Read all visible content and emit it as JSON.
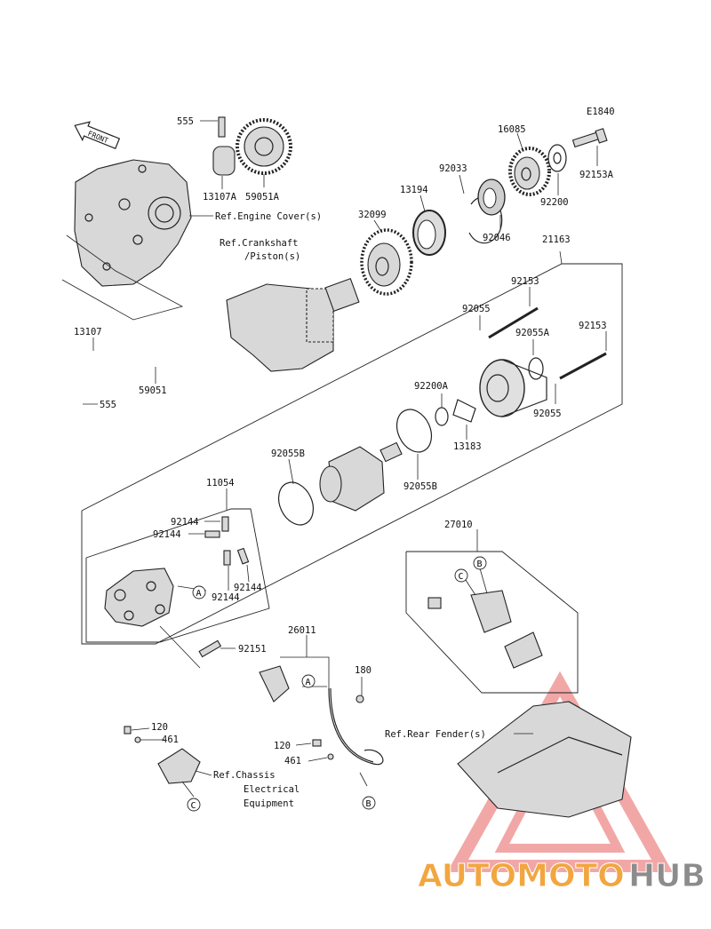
{
  "diagram_code": "E1840",
  "front_label": "FRONT",
  "part_numbers": {
    "p555_top": "555",
    "p13107A": "13107A",
    "p59051A": "59051A",
    "p16085": "16085",
    "p92033": "92033",
    "p13194": "13194",
    "p32099": "32099",
    "p92046": "92046",
    "p92200": "92200",
    "p92153A": "92153A",
    "p21163": "21163",
    "p92153_a": "92153",
    "p92055_a": "92055",
    "p92055A": "92055A",
    "p92153_b": "92153",
    "p13107": "13107",
    "p59051": "59051",
    "p555_bottom": "555",
    "p92200A": "92200A",
    "p92055_b": "92055",
    "p13183": "13183",
    "p92055B_left": "92055B",
    "p92055B_right": "92055B",
    "p11054": "11054",
    "p92144_1": "92144",
    "p92144_2": "92144",
    "p92144_3": "92144",
    "p92144_4": "92144",
    "p27010": "27010",
    "p92151": "92151",
    "p26011": "26011",
    "p180": "180",
    "p120_left": "120",
    "p461_left": "461",
    "p120_mid": "120",
    "p461_mid": "461"
  },
  "references": {
    "engine_cover": "Ref.Engine Cover(s)",
    "crankshaft_line1": "Ref.Crankshaft",
    "crankshaft_line2": "/Piston(s)",
    "rear_fender": "Ref.Rear Fender(s)",
    "chassis_line1": "Ref.Chassis",
    "chassis_line2": "Electrical",
    "chassis_line3": "Equipment"
  },
  "callouts": {
    "A1": "A",
    "A2": "A",
    "B1": "B",
    "B2": "B",
    "C1": "C",
    "C2": "C"
  },
  "watermark": {
    "part1": "AUTOMOTO",
    "part2": "HUB",
    "color1": "#f2a640",
    "color2": "#8c8c8c",
    "triangle_color": "#e86060"
  }
}
